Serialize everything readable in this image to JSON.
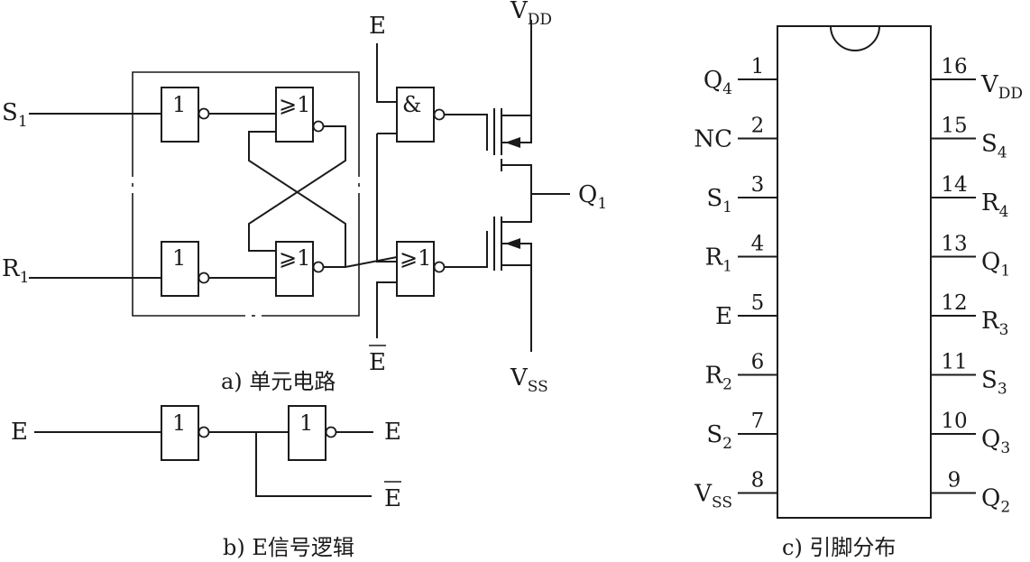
{
  "captions": {
    "a": "a) 单元电路",
    "b": "b) E信号逻辑",
    "c": "c) 引脚分布"
  },
  "gates": {
    "inv": "1",
    "nor": "⩾1",
    "nand": "&"
  },
  "circuit": {
    "s1": {
      "base": "S",
      "sub": "1"
    },
    "r1": {
      "base": "R",
      "sub": "1"
    },
    "e_top": "E",
    "e_bar": "E",
    "vdd": {
      "base": "V",
      "sub": "DD"
    },
    "vss": {
      "base": "V",
      "sub": "SS"
    },
    "q1": {
      "base": "Q",
      "sub": "1"
    }
  },
  "logic_b": {
    "in": "E",
    "out": "E",
    "out_bar": "E"
  },
  "pinout": {
    "left": [
      {
        "num": "1",
        "base": "Q",
        "sub": "4"
      },
      {
        "num": "2",
        "base": "NC",
        "sub": ""
      },
      {
        "num": "3",
        "base": "S",
        "sub": "1"
      },
      {
        "num": "4",
        "base": "R",
        "sub": "1"
      },
      {
        "num": "5",
        "base": "E",
        "sub": ""
      },
      {
        "num": "6",
        "base": "R",
        "sub": "2"
      },
      {
        "num": "7",
        "base": "S",
        "sub": "2"
      },
      {
        "num": "8",
        "base": "V",
        "sub": "SS"
      }
    ],
    "right": [
      {
        "num": "16",
        "base": "V",
        "sub": "DD"
      },
      {
        "num": "15",
        "base": "S",
        "sub": "4"
      },
      {
        "num": "14",
        "base": "R",
        "sub": "4"
      },
      {
        "num": "13",
        "base": "Q",
        "sub": "1"
      },
      {
        "num": "12",
        "base": "R",
        "sub": "3"
      },
      {
        "num": "11",
        "base": "S",
        "sub": "3"
      },
      {
        "num": "10",
        "base": "Q",
        "sub": "3"
      },
      {
        "num": "9",
        "base": "Q",
        "sub": "2"
      }
    ]
  }
}
